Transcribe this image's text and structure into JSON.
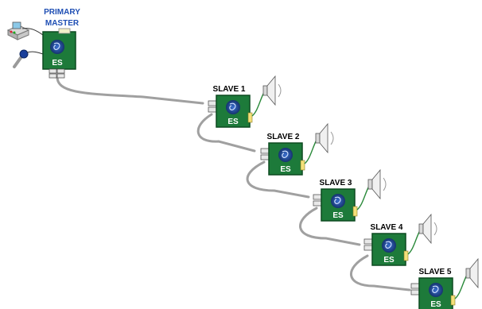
{
  "master": {
    "label_line1": "PRIMARY",
    "label_line2": "MASTER",
    "board_text": "ES",
    "icons": [
      "computer-icon",
      "microphone-icon"
    ]
  },
  "slaves": [
    {
      "label": "SLAVE 1",
      "board_text": "ES"
    },
    {
      "label": "SLAVE 2",
      "board_text": "ES"
    },
    {
      "label": "SLAVE 3",
      "board_text": "ES"
    },
    {
      "label": "SLAVE 4",
      "board_text": "ES"
    },
    {
      "label": "SLAVE 5",
      "board_text": "ES"
    }
  ],
  "colors": {
    "board": "#1d7a3a",
    "board_border": "#0d4a20",
    "logo": "#1a3f8c",
    "cable": "#a0a0a0",
    "speaker_wire": "#2a8a3a",
    "master_label": "#1f4fb4"
  }
}
